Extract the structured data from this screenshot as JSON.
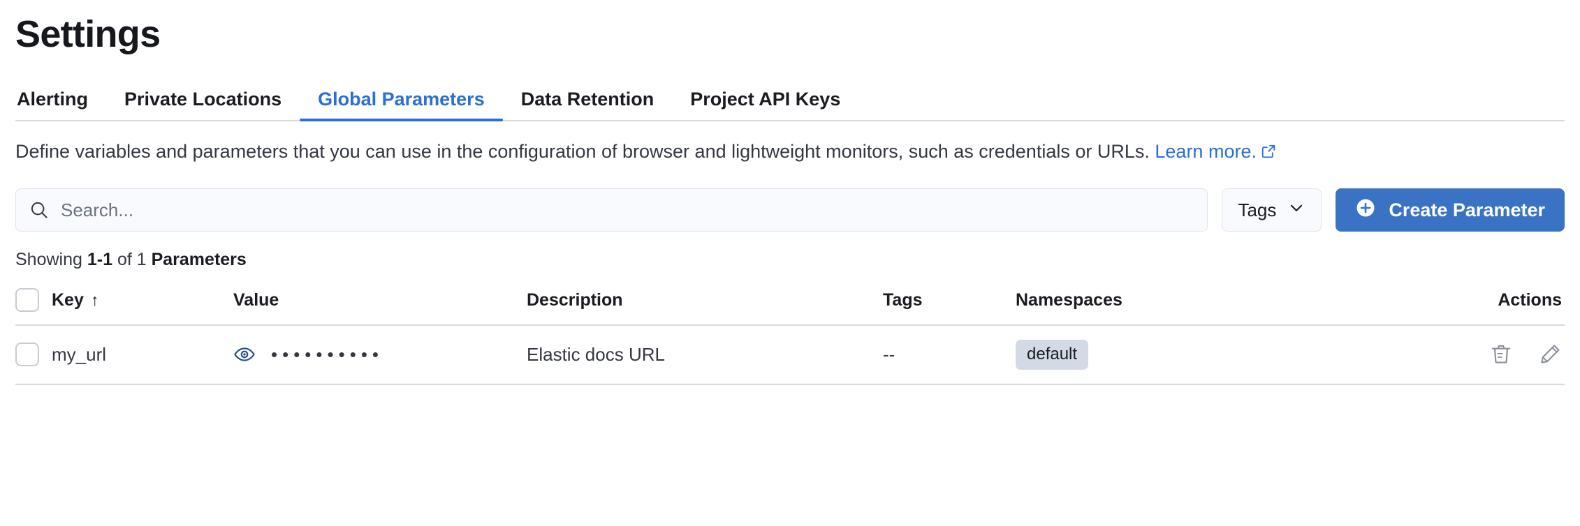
{
  "header": {
    "title": "Settings"
  },
  "tabs": [
    {
      "label": "Alerting",
      "active": false
    },
    {
      "label": "Private Locations",
      "active": false
    },
    {
      "label": "Global Parameters",
      "active": true
    },
    {
      "label": "Data Retention",
      "active": false
    },
    {
      "label": "Project API Keys",
      "active": false
    }
  ],
  "description": {
    "text": "Define variables and parameters that you can use in the configuration of browser and lightweight monitors, such as credentials or URLs.",
    "link_label": "Learn more.",
    "link_icon": "external-link-icon"
  },
  "toolbar": {
    "search": {
      "icon": "search-icon",
      "value": "",
      "placeholder": "Search..."
    },
    "tags_filter": {
      "label": "Tags",
      "icon": "chevron-down-icon"
    },
    "create_button": {
      "label": "Create Parameter",
      "icon": "plus-circle-icon"
    }
  },
  "results": {
    "prefix": "Showing ",
    "range": "1-1",
    "middle": " of 1 ",
    "entity": "Parameters"
  },
  "table": {
    "columns": [
      {
        "key": "select",
        "label": ""
      },
      {
        "key": "key",
        "label": "Key",
        "sort": "↑"
      },
      {
        "key": "value",
        "label": "Value"
      },
      {
        "key": "description",
        "label": "Description"
      },
      {
        "key": "tags",
        "label": "Tags"
      },
      {
        "key": "namespaces",
        "label": "Namespaces"
      },
      {
        "key": "actions",
        "label": "Actions"
      }
    ],
    "rows": [
      {
        "key": "my_url",
        "value_masked": "••••••••••",
        "value_toggle_icon": "eye-icon",
        "description": "Elastic docs URL",
        "tags": "--",
        "namespaces": [
          "default"
        ],
        "actions": [
          "trash-icon",
          "pencil-icon"
        ]
      }
    ]
  },
  "colors": {
    "accent": "#2a6fd4",
    "button": "#3a73c4",
    "text": "#343741",
    "border": "#d6dae3",
    "badge_bg": "#d3dae6",
    "eye": "#1f4b8e"
  }
}
